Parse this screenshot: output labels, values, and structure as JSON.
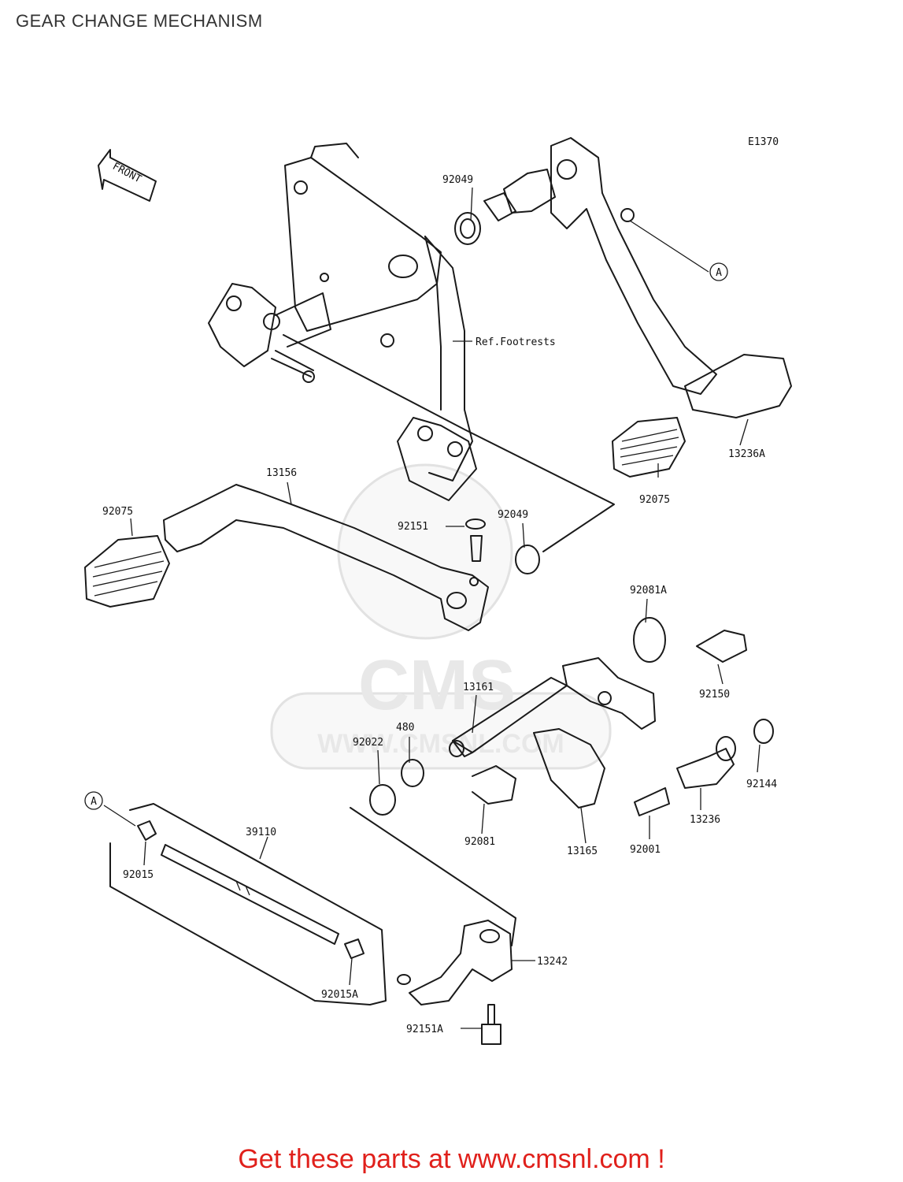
{
  "title": "GEAR CHANGE MECHANISM",
  "diagram_code": "E1370",
  "front_arrow": "FRONT",
  "reference_note": "Ref.Footrests",
  "watermark_text": "CMS",
  "watermark_url": "WWW.CMSNL.COM",
  "callout_marker": "A",
  "part_labels": {
    "p92049_top": "92049",
    "p13236A": "13236A",
    "p92075_right": "92075",
    "p13156": "13156",
    "p92075_left": "92075",
    "p92151": "92151",
    "p92049_mid": "92049",
    "p92081A": "92081A",
    "p92150": "92150",
    "p13161": "13161",
    "p480": "480",
    "p92022": "92022",
    "p92144": "92144",
    "p92081": "92081",
    "p13165": "13165",
    "p92001": "92001",
    "p13236": "13236",
    "p39110": "39110",
    "p92015": "92015",
    "p92015A": "92015A",
    "p13242": "13242",
    "p92151A": "92151A"
  },
  "footer": "Get these parts at www.cmsnl.com !",
  "colors": {
    "footer": "#e0201b",
    "line": "#1a1a1a",
    "watermark": "#e8e8e8"
  }
}
